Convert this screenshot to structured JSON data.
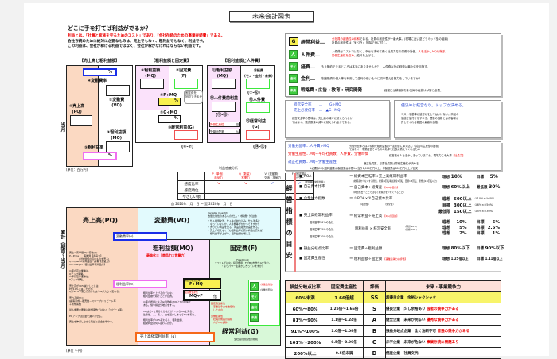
{
  "title": "未来会計図表",
  "headline": "どこに手を打てば利益がでるか？",
  "intro": {
    "red": "利益とは、「社員と家族を守るためのコスト」であり、「会社存続のための事業存続費」である。",
    "line1": "会社存続のために絶対に必要なものは、売上でもなく、粗利益でもなく、利益です。",
    "line2": "この利益は、会社が稼げる利益ではなく、会社が稼がなければならない利益です。"
  },
  "sections": [
    "【売上高と粗利益額】",
    "【粗利益額と固定費】",
    "【粗利益額と人件費】"
  ],
  "diagram1": {
    "pct": "%",
    "var_rate": "④変動費率",
    "var_cost": "②変動費\n(VQ)",
    "sales": "①売上高\n(PQ)",
    "gross": "③粗利益額\n(MQ)",
    "gross_rate": "⑤粗利益率",
    "pct2": "%",
    "unit": "(単位：百万円)"
  },
  "diagram2": {
    "mq": "⑥粗利益額\n(MQ)",
    "fixed": "⑦固定費\n(F)",
    "f_mq": "⑧F÷MQ",
    "pct": "%",
    "g_mq": "⑨G÷MQ",
    "pct2": "%",
    "op": "⑩経常利益(G)",
    "calc": "(⑥-⑦)",
    "bubble": "固定費を\n回収できるか"
  },
  "diagram3": {
    "mq": "⑪粗利益額\n(MQ)",
    "exp": "⑬経費\n(モノ・金利・未来)",
    "calc1": "(⑦-⑫)",
    "pre": "⑭人件費前利益",
    "calc2": "(⑪-⑬)",
    "labor": "⑫人件費",
    "op": "⑮経常利益\n(G)",
    "calc3": "(⑭-⑫)",
    "prod": "労働生産性",
    "prod_unit": "倍",
    "share": "労働分配率",
    "share_unit": "%"
  },
  "sensitivity": {
    "title": "利益感度分析",
    "cols": [
      "P（単価）\n商品力",
      "Q（数量）\n営業力",
      "V（変動費）\n交渉・技術力",
      "F（固定費）\nパワー"
    ],
    "rows": [
      "感度比率",
      "感度順位",
      "やさしい順"
    ],
    "arrows": [
      "↘",
      "↘",
      "↗",
      "↗"
    ]
  },
  "period": "自 2020年　月　日 〜 至 2020年　月　日",
  "side": {
    "month": "当月",
    "cumulative": "累計（期首〜当月）"
  },
  "chart": {
    "pq": "売上高(PQ)",
    "vq": "変動費(VQ)",
    "vq_q": "Variable Quantity\n数量比例性のあるもの(仕入・材料費・外注費)",
    "vq_notes": "・仕入単価交渉、仕入先の絞り込み、仕入過多に\n　なっていないか、人件費等がかかってますか？\n・売りたい商品を売る。商品別販売計画を作る。\n・売上が増えなくても粗利益率の高い商品を売れば\n　粗利益率が上がり、粗利益額が増える。",
    "var_rate": "変動費率(v)",
    "pq_notes": "売上＝客単価(P)×客数(Q)\nP－Price　　客単価【商品力】\n　　　　(付加価値の高いものを売る)\nQ－Quantity 商品数・顧客【営業力】\nm－margin　粗利益率【商品力】\n\nm率の高い業種は、\nQアップ戦略。\nm率の低い業種は、\nPアップ戦略。\n\n売上高が10%減少したとは、\nPが10%下落したのか、\nQが10%下落したのかによりGが大きく変わる。\n\n売れる場合＝\n(顧客育成－販売数－スリープ)×リピート率\n＋新規客数\n\n最も重要な要素は新規客数ではなく「リピート率」\n\nPQアップは資金を減少させる。\n\n売上を伸ばしながら利益と資金を増やす。",
    "mq": "粗利益額(MQ)",
    "mq_sub": "最強化＝【商品力×営業力】",
    "gross_rate": "粗利益率(m)",
    "mq_notes": "・粗利益率を上げるのではなく\n　粗利益額を稼ぐことが目的。\n\n・m率の増減によるGの増減はMQとFの関係で\n　ある。借り損益分岐点をする。\n\n・MQよりFを見ると分岐だが、FからMQを見ると\n　生産性、人、モノ、金を活かしきってMQを稼ぐ。\n\n・粗利益率が10%変わると、粗利益額、\n　経常利益は何%変わるのか。",
    "f": "固定費(F)",
    "f_notes": "Fixed Cost\n・コストではなく投資費用。FがMQを作りGを生む。\n・よりパワー生産かしきっていますか？",
    "bep_label": "損益分岐点比率",
    "bep": "F÷MQ",
    "fp_label": "固定費生産性",
    "fp": "MQ÷F",
    "fp_unit": "倍",
    "notes2": "固定費生産性\n・事業競争力を数値化\n　したもの\n\n労働生産性\n・社員の成長の指標\n　人がMQを稼ぐ",
    "icons": [
      "人",
      "モノ",
      "金利",
      "未来"
    ],
    "labor_prod": "(労働生産性)",
    "labor_share": "(労働分配率)",
    "op": "経常利益(G)",
    "op_sub": "全社員の創造性の総和",
    "op_rate": "売上高経常利益率（g）",
    "unit": "(単位 千円)"
  },
  "expl": [
    {
      "icon": "G",
      "label": "経常利益",
      "dots": "…",
      "text_red": "全社員の創造性の総和",
      "text": "である。社員の創造性が一番大事。(現場に近い逆ピラミッド型の組織)\n社員の創造性は「気づき」 掃除で身に付く。"
    },
    {
      "icon": "人",
      "label": "人件費",
      "dots": "…",
      "text": "人件費はコストではなく、幸せを求めて働く社員たちの労働の対価。",
      "text_red": "人を活かしMQを稼ぎ、\n労働生産性を高め、",
      "text2": "給料を上げる。"
    },
    {
      "icon": "モノ",
      "label": "経費",
      "dots": "…",
      "text": "もう節約できるところは本当にありませんか？　人件費以外の経費は最小化を目指す。"
    },
    {
      "icon": "金利",
      "label": "金利",
      "dots": "…",
      "text": "制度融資の借入等を利用して金利の低いものに切り替える努力をしていますか？"
    },
    {
      "icon": "未来",
      "label": "戦略費・広告・教育・研究開発",
      "dots": "…",
      "text": "経営には積極的な＆強気の仕掛けが常に必要。"
    }
  ],
  "safety": {
    "l1": "経営安全率　　…　　G÷MQ",
    "l2": "売上必要倍率　…　▲G÷MQ",
    "desc": "経営安全率の意味は、売上高の減少に耐えられるか\nではなく、販売数量の減少に耐えられるかである。"
  },
  "pricing": {
    "title": "値決めは経営なり。トップが決める。",
    "desc": "コストを基準に値付けをしてはいけない。商品の\n価値で値付けをすべき。理想の価格とはお客様が\n許してくれる範囲の最高の価格。"
  },
  "labor": [
    {
      "label": "労働分配率",
      "formula": "…人件費÷MQ",
      "desc": "労働分配率とは人件費を粗利益額の一定割合に抑え込む「賃金の生産性の指標」\nではなく、事業経営そのものの効率を社長に教えてくれるもの"
    },
    {
      "label": "労働生産性",
      "formula": "…MQ÷平均社員数、人件費、労働時間",
      "desc": "経営者が人を活かしきっていますか。現場力こそ大事",
      "tag": "【社員力】"
    },
    {
      "label": "適正社員数",
      "formula": "…MQ÷労働生産性",
      "desc": "適正社員数、必要社員数は労働生産性が決める"
    }
  ],
  "labor_note": "※必要なMQ(粗利益額)は製造業は年間1人当り1,000万円以上、非製造業は800万円以上が目安",
  "indicators": {
    "vertical": "経営指標の目安",
    "roa": {
      "name": "ROA",
      "sub": "(総資本経常利益率)",
      "formula": "＝ 総資本回転率×売上高経常利益率",
      "note": "(総資産を少なくする経営。総資本回転率は通常1回転、目標1.5回転、理想は2.5回転以上)",
      "ideal_l": "理想",
      "ideal": "10%",
      "target_l": "目標",
      "target": "5%"
    },
    "equity": {
      "name": "自己資本比率",
      "formula": "＝ 自己資本÷総資産",
      "tag": "【B/Sの目的】",
      "note": "(利益を出すことではなく総資産を少なくすること)",
      "ideal_l": "理想",
      "ideal": "60%以上",
      "min_l": "最低限",
      "min": "30%"
    },
    "strength": {
      "name": "企業体力指数",
      "formula": "＝ ①ROA×②自己資本比率",
      "sub1": "(収益性)",
      "sub2": "(安全性)",
      "rows": [
        [
          "理想",
          "600以上",
          "①10%×②60%"
        ],
        [
          "目標",
          "300以上",
          "①6%×②50%"
        ],
        [
          "最低限",
          "150以上",
          "①5%×②30%"
        ]
      ]
    },
    "margin": {
      "name": "売上高経常利益率",
      "formula": "＝ 経常利益÷売上高",
      "tag": "【P/Lの目的】",
      "companies": [
        "粗利益率50%の会社",
        "粗利益率25%の会社",
        "粗利益率10%の会社"
      ],
      "mid": "粗利益率 × 経営安全率",
      "mid_note": "(理想 20%)\n(目標 10%)",
      "rows": [
        [
          "理想",
          "10%",
          "目標",
          "5%"
        ],
        [
          "理想",
          "5%",
          "目標",
          "2.5%"
        ],
        [
          "理想",
          "2%",
          "目標",
          "1%"
        ]
      ]
    },
    "bep": {
      "name": "損益分岐点比率",
      "formula": "＝ 固定費÷粗利益額",
      "ideal_l": "理想",
      "ideal": "80%以下",
      "target_l": "目標",
      "target": "90%以下"
    },
    "fp": {
      "name": "固定費生産性",
      "formula": "＝ 粗利益額÷固定費",
      "tag": "【事業競争力の評価】",
      "ideal_l": "理想",
      "ideal": "1.25倍以上",
      "target_l": "目標",
      "target": "1.11倍以上"
    }
  },
  "rating_table": {
    "headers": [
      "損益分岐点比率",
      "固定費生産性",
      "評価",
      "未来・事業競争力"
    ],
    "rows": [
      [
        "60%未満",
        "1.66倍超",
        "SS",
        "超優良企業　余裕シャクシャク",
        ""
      ],
      [
        "60%〜80%",
        "1.25倍〜1.66倍",
        "S",
        "優良企業　少し余裕あり",
        "強者の競争力がある"
      ],
      [
        "81%〜90%",
        "1.1倍〜1.24倍",
        "A",
        "健全企業　未来が明るい",
        "優秀な競争力がある"
      ],
      [
        "91%〜100%",
        "1.0倍〜1.09倍",
        "B",
        "損益分岐点企業　全く油断不可",
        "普通の競争力がある"
      ],
      [
        "101%〜200%",
        "0.5倍〜0.99倍",
        "C",
        "赤字企業　未来が危ない",
        "事業存続に問題あり"
      ],
      [
        "200%以上",
        "0.5倍未満",
        "D",
        "倒産企業　社員交代",
        ""
      ]
    ]
  },
  "colors": {
    "peach": "#fbd9c2",
    "pink": "#fbe2fb",
    "cyan": "#e2fafd",
    "green": "#d8f8d8",
    "yellow": "#f8f050",
    "ss_row": "#f8f46a"
  }
}
